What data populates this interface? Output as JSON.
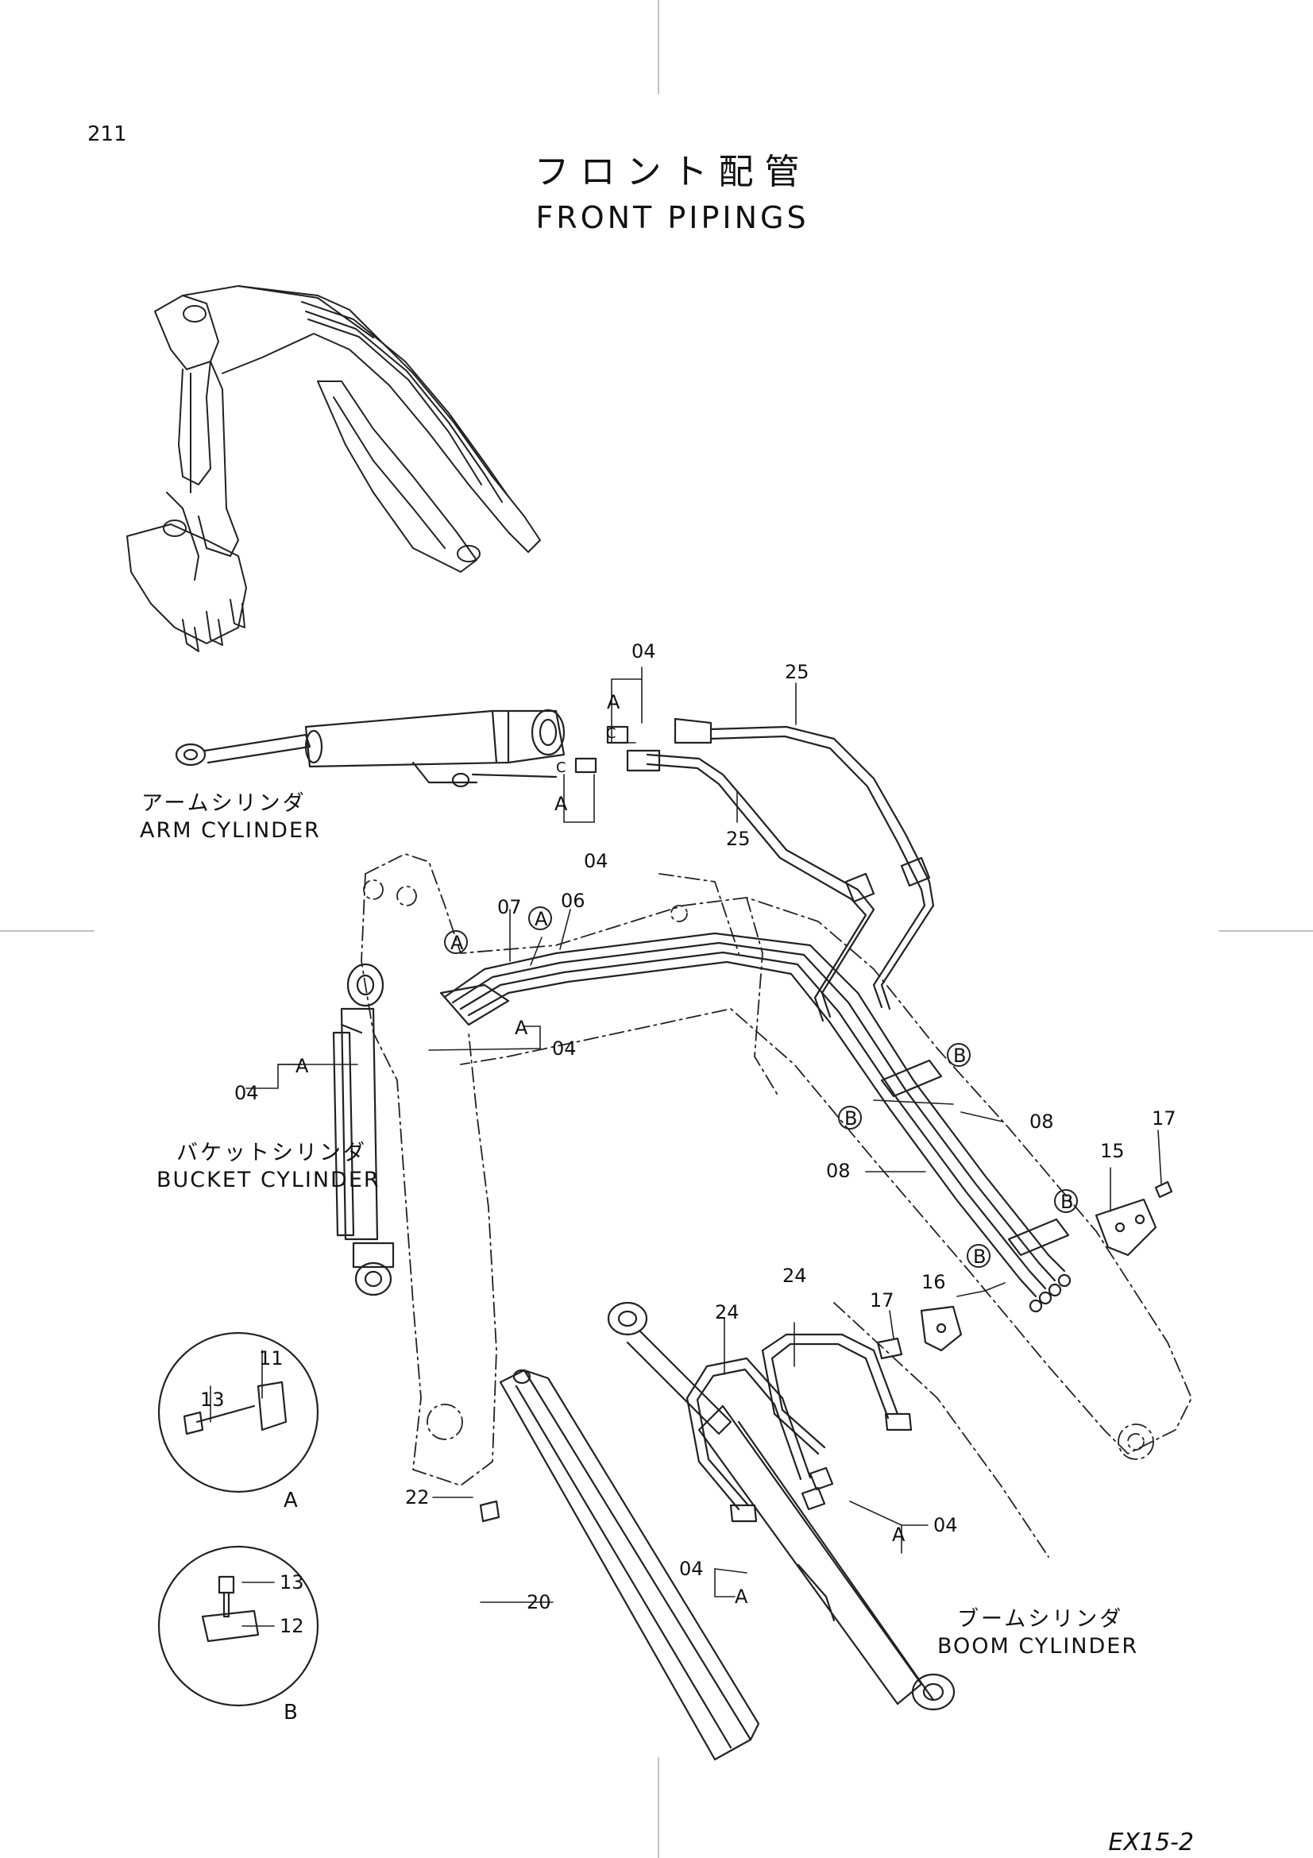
{
  "page_number": "211",
  "title_jp": "フロント配管",
  "title_en": "FRONT PIPINGS",
  "model_code": "EX15-2",
  "components": {
    "arm_cylinder_jp": "アームシリンダ",
    "arm_cylinder_en": "ARM CYLINDER",
    "bucket_cylinder_jp": "バケットシリンダ",
    "bucket_cylinder_en": "BUCKET CYLINDER",
    "boom_cylinder_jp": "ブームシリンダ",
    "boom_cylinder_en": "BOOM CYLINDER"
  },
  "detail_views": {
    "a": "A",
    "b": "B"
  },
  "callouts": {
    "c04_top": "04",
    "c25_top": "25",
    "c25_mid": "25",
    "c04_arm_low": "04",
    "c07": "07",
    "c06": "06",
    "c04_bucket_right": "04",
    "c04_bucket_left": "04",
    "c08_right": "08",
    "c08_left": "08",
    "c17_top": "17",
    "c15": "15",
    "c24_right": "24",
    "c24_left": "24",
    "c16": "16",
    "c17_mid": "17",
    "c11": "11",
    "c13_a": "13",
    "c13_b": "13",
    "c12": "12",
    "c22": "22",
    "c20": "20",
    "c04_boom_right": "04",
    "c04_boom_left": "04"
  },
  "ref_marks": {
    "a1": "A",
    "a2": "A",
    "a3": "A",
    "a4": "A",
    "a5": "A",
    "a6": "A",
    "a7": "A",
    "a8": "A",
    "b1": "B",
    "b2": "B",
    "b3": "B",
    "b4": "B",
    "c1": "C",
    "c2": "C"
  }
}
